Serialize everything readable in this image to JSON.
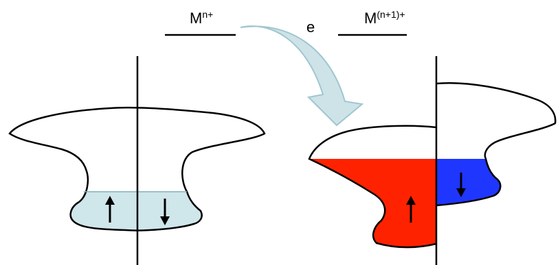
{
  "labels": {
    "left_ion": {
      "base": "M",
      "superscript": "n+"
    },
    "right_ion": {
      "base": "M",
      "superscript": "(n+1)+"
    },
    "electron": "e"
  },
  "colors": {
    "background": "#ffffff",
    "outline": "#000000",
    "arrow_fill": "#cde3e8",
    "arrow_stroke": "#9fc6cf",
    "filled_light": "#cfe6ea",
    "spin_up_fill": "#ff2200",
    "spin_down_fill": "#1f36ff"
  },
  "icons": {
    "transfer_arrow": "curved-arrow",
    "spin_up": "arrow-up",
    "spin_down": "arrow-down"
  }
}
